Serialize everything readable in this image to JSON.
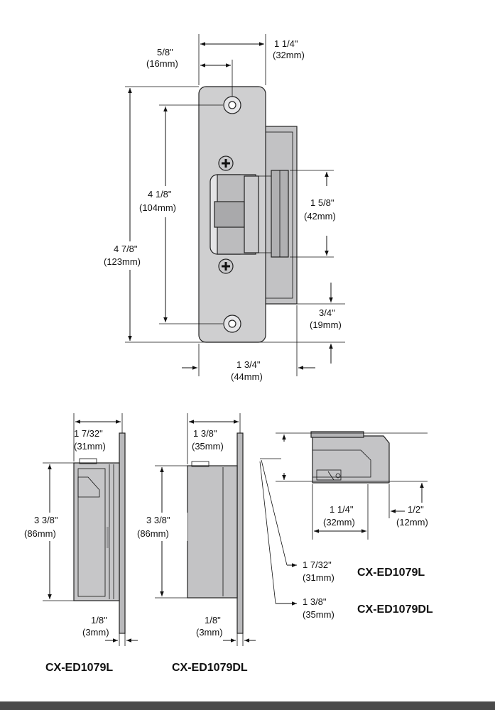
{
  "colors": {
    "plate": "#cfcfd0",
    "body": "#bdbdbf",
    "dark": "#a7a7aa",
    "outline": "#222222",
    "footer_bar": "#4a4a4a"
  },
  "front_view": {
    "dim_plate_width": {
      "imperial": "1 1/4\"",
      "metric": "(32mm)"
    },
    "dim_hole_offset": {
      "imperial": "5/8\"",
      "metric": "(16mm)"
    },
    "dim_hole_spacing": {
      "imperial": "4 1/8\"",
      "metric": "(104mm)"
    },
    "dim_plate_height": {
      "imperial": "4 7/8\"",
      "metric": "(123mm)"
    },
    "dim_keeper_height": {
      "imperial": "1 5/8\"",
      "metric": "(42mm)"
    },
    "dim_bottom_offset": {
      "imperial": "3/4\"",
      "metric": "(19mm)"
    },
    "dim_overall_width": {
      "imperial": "1 3/4\"",
      "metric": "(44mm)"
    }
  },
  "side_view_l": {
    "dim_depth": {
      "imperial": "1 7/32\"",
      "metric": "(31mm)"
    },
    "dim_height": {
      "imperial": "3 3/8\"",
      "metric": "(86mm)"
    },
    "dim_plate": {
      "imperial": "1/8\"",
      "metric": "(3mm)"
    },
    "model": "CX-ED1079L"
  },
  "side_view_dl": {
    "dim_depth": {
      "imperial": "1 3/8\"",
      "metric": "(35mm)"
    },
    "dim_height": {
      "imperial": "3 3/8\"",
      "metric": "(86mm)"
    },
    "dim_plate": {
      "imperial": "1/8\"",
      "metric": "(3mm)"
    },
    "model": "CX-ED1079DL"
  },
  "top_view": {
    "dim_width": {
      "imperial": "1 1/4\"",
      "metric": "(32mm)"
    },
    "dim_lip": {
      "imperial": "1/2\"",
      "metric": "(12mm)"
    },
    "dim_depth_l": {
      "imperial": "1 7/32\"",
      "metric": "(31mm)"
    },
    "dim_depth_dl": {
      "imperial": "1 3/8\"",
      "metric": "(35mm)"
    },
    "model_l": "CX-ED1079L",
    "model_dl": "CX-ED1079DL"
  }
}
